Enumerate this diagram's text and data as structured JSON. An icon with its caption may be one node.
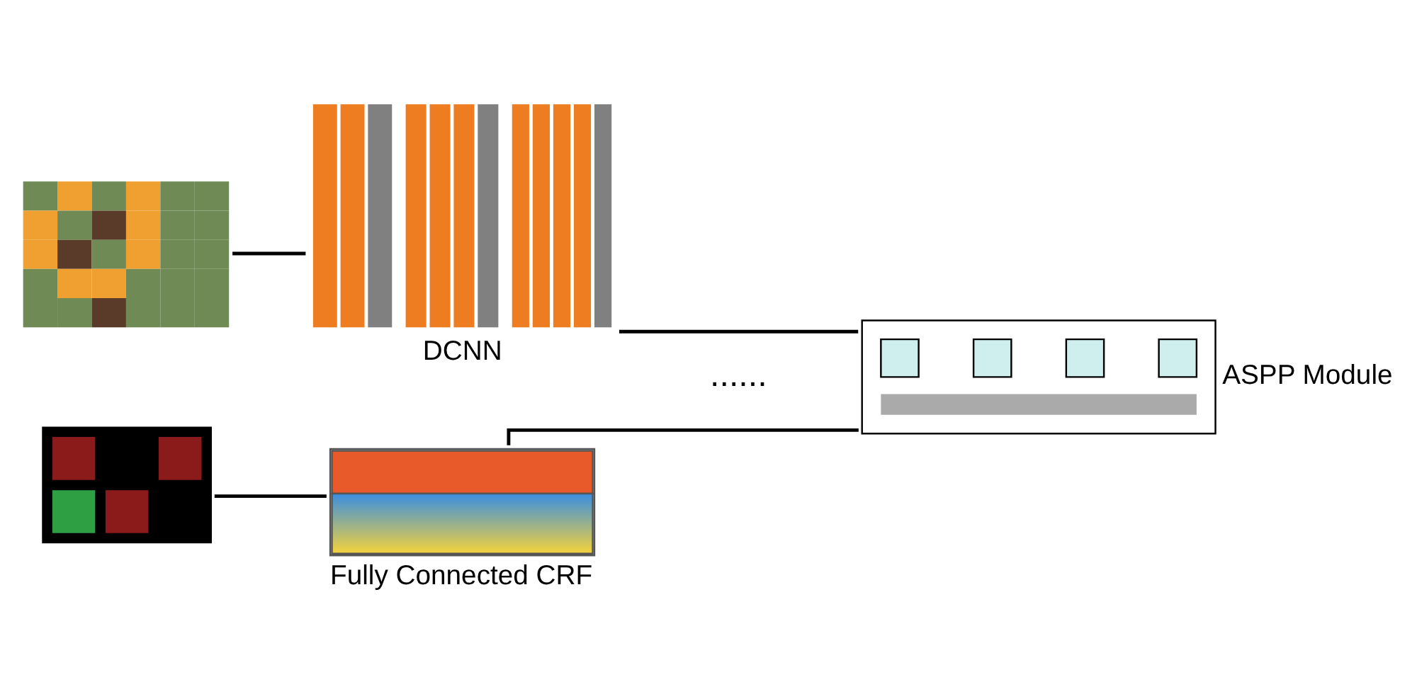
{
  "diagram": {
    "nodes": [
      {
        "text": [],
        "shape": "picture"
      },
      {
        "text": [],
        "shape": "picture",
        "beside": [
          "DCNN"
        ]
      },
      {
        "text": [],
        "shape": "box",
        "beside": [
          "ASPP Module"
        ]
      },
      {
        "text": [],
        "shape": "picture",
        "beside": [
          "Fully Connected CRF"
        ]
      },
      {
        "text": [],
        "shape": "picture"
      }
    ],
    "edges": [
      {
        "from": 0,
        "to": 1,
        "arrow": "none"
      },
      {
        "from": 1,
        "to": 2,
        "arrow": "none"
      },
      {
        "from": 2,
        "to": 3,
        "arrow": "none"
      },
      {
        "from": 3,
        "to": 4,
        "arrow": "none"
      }
    ],
    "labels": [
      "......"
    ]
  }
}
